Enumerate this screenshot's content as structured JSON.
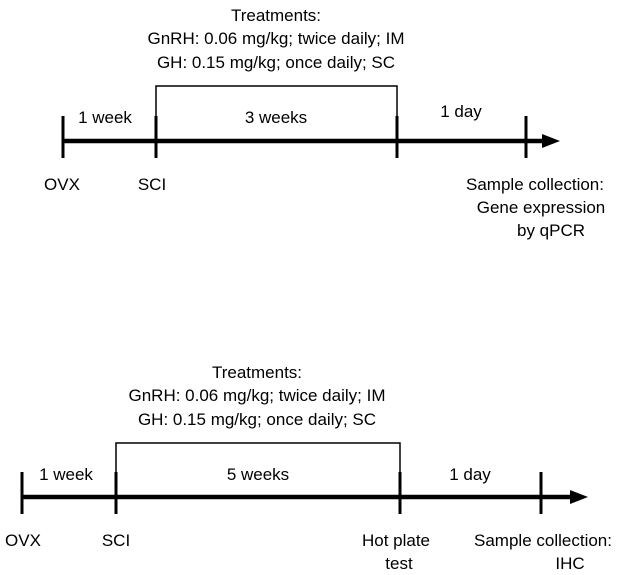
{
  "colors": {
    "ink": "#000000",
    "background": "#ffffff"
  },
  "timelines": [
    {
      "treatments": [
        "Treatments:",
        "GnRH: 0.06 mg/kg; twice daily; IM",
        "GH: 0.15 mg/kg; once daily; SC"
      ],
      "durations": [
        "1 week",
        "3 weeks",
        "1 day"
      ],
      "events": [
        {
          "lines": [
            "OVX"
          ]
        },
        {
          "lines": [
            "SCI"
          ]
        },
        {
          "lines": []
        },
        {
          "lines": [
            "Sample collection:",
            "Gene expression",
            "by qPCR"
          ]
        }
      ]
    },
    {
      "treatments": [
        "Treatments:",
        "GnRH: 0.06 mg/kg; twice daily; IM",
        "GH: 0.15 mg/kg; once daily; SC"
      ],
      "durations": [
        "1 week",
        "5 weeks",
        "1 day"
      ],
      "events": [
        {
          "lines": [
            "OVX"
          ]
        },
        {
          "lines": [
            "SCI"
          ]
        },
        {
          "lines": [
            "Hot plate",
            "test"
          ]
        },
        {
          "lines": [
            "Sample collection:",
            "IHC"
          ]
        }
      ]
    }
  ]
}
